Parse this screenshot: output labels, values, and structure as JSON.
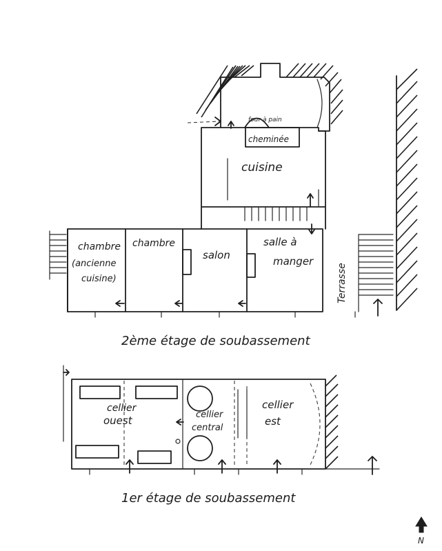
{
  "plans": [
    {
      "title": "2ème étage de soubassement",
      "rooms": {
        "four_a_pain": "four à pain",
        "cheminee": "cheminée",
        "cuisine": "cuisine",
        "chambre_ancienne": [
          "chambre",
          "(ancienne",
          "cuisine)"
        ],
        "chambre": "chambre",
        "salon": "salon",
        "salle_a_manger": [
          "salle à",
          "manger"
        ],
        "terrasse": "Terrasse"
      }
    },
    {
      "title": "1er étage de soubassement",
      "rooms": {
        "cellier_ouest": [
          "cellier",
          "ouest"
        ],
        "cellier_central": [
          "cellier",
          "central"
        ],
        "cellier_est": [
          "cellier",
          "est"
        ]
      }
    }
  ],
  "north_label": "N",
  "colors": {
    "ink": "#1e1e1e",
    "paper": "#ffffff"
  }
}
